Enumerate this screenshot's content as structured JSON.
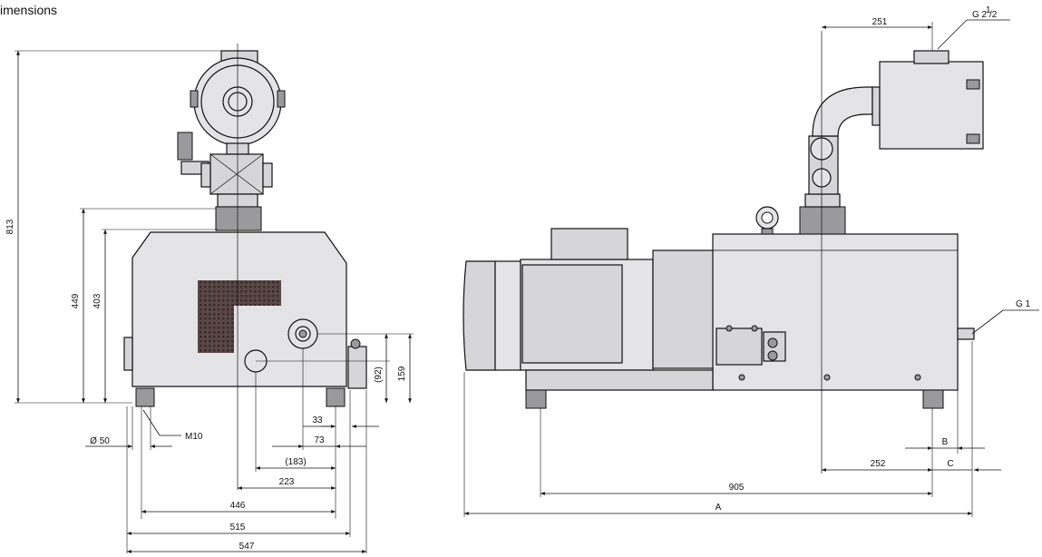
{
  "page": {
    "title": "imensions"
  },
  "front_view": {
    "dims": {
      "overall_height": "813",
      "height_449": "449",
      "height_403": "403",
      "height_159": "159",
      "height_92": "(92)",
      "d33": "33",
      "d73": "73",
      "d183": "(183)",
      "d223": "223",
      "d446": "446",
      "d515": "515",
      "d547": "547",
      "diameter": "Ø 50",
      "thread": "M10"
    }
  },
  "side_view": {
    "dims": {
      "d251": "251",
      "thread_top": "G 2",
      "thread_top_sup": "1",
      "thread_top_sub": "/2",
      "thread_right": "G 1",
      "d252": "252",
      "d905": "905",
      "A": "A",
      "B": "B",
      "C": "C"
    }
  }
}
